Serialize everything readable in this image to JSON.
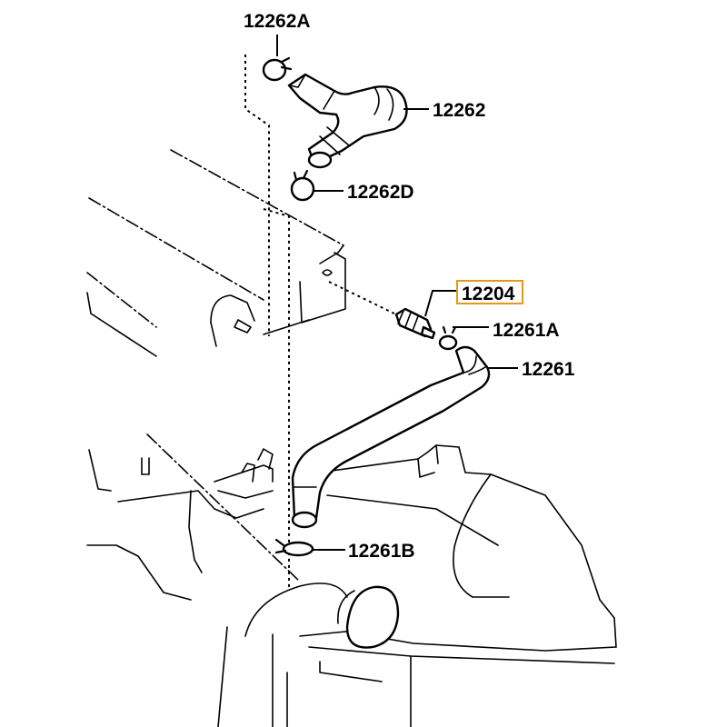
{
  "diagram": {
    "highlight_color": "#e39a1c",
    "callouts": {
      "c12262A": "12262A",
      "c12262": "12262",
      "c12262D": "12262D",
      "c12204": "12204",
      "c12261A": "12261A",
      "c12261": "12261",
      "c12261B": "12261B"
    },
    "highlighted_part": "12204"
  }
}
